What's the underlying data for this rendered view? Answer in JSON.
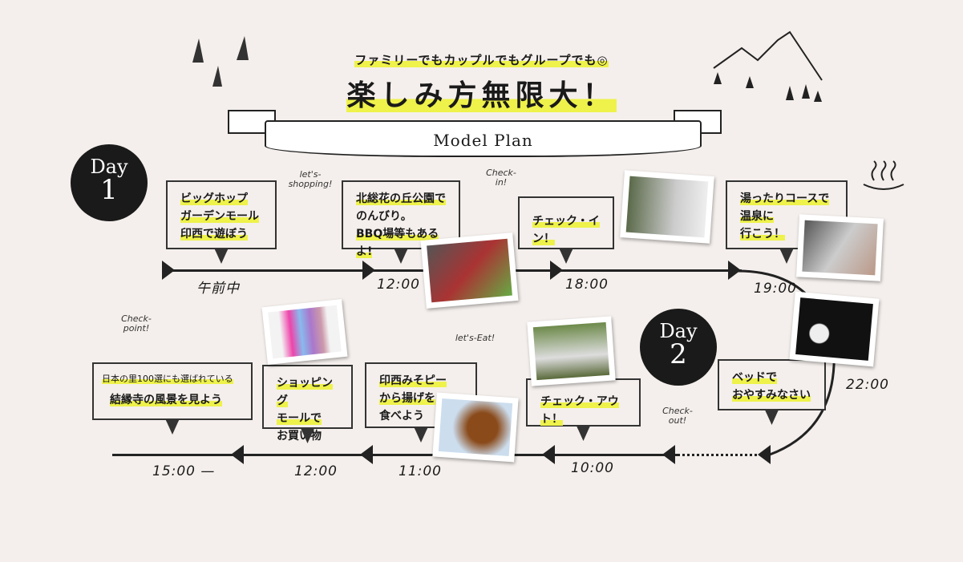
{
  "header": {
    "subtitle": "ファミリーでもカップルでもグループでも◎",
    "title": "楽しみ方無限大！",
    "ribbon": "Model Plan"
  },
  "day1": {
    "label": "Day",
    "number": "1",
    "stops": [
      {
        "lines": [
          "ビッグホップ",
          "ガーデンモール",
          "印西で遊ぼう"
        ],
        "time": "午前中",
        "note": "let's-shopping!"
      },
      {
        "lines": [
          "北総花の丘公園で",
          "のんびり。",
          "BBQ場等もあるよ!"
        ],
        "time": "12:00",
        "note": "Check-in!"
      },
      {
        "lines": [
          "チェック・イン！"
        ],
        "time": "18:00"
      },
      {
        "lines": [
          "湯ったりコースで",
          "温泉に",
          "行こう！"
        ],
        "time": "19:00"
      },
      {
        "lines": [
          "ベッドで",
          "おやすみなさい"
        ],
        "time": "22:00"
      }
    ]
  },
  "day2": {
    "label": "Day",
    "number": "2",
    "stops": [
      {
        "lines": [
          "チェック・アウト！"
        ],
        "time": "10:00",
        "note": "Check-out!"
      },
      {
        "lines": [
          "印西みそピー",
          "から揚げを",
          "食べよう"
        ],
        "time": "11:00",
        "note": "let's-Eat!"
      },
      {
        "lines": [
          "ショッピング",
          "モールで",
          "お買い物"
        ],
        "time": "12:00"
      },
      {
        "small": "日本の里100選にも選ばれている",
        "lines": [
          "結縁寺の風景を見よう"
        ],
        "time": "15:00 —",
        "note": "Check-point!"
      }
    ]
  }
}
